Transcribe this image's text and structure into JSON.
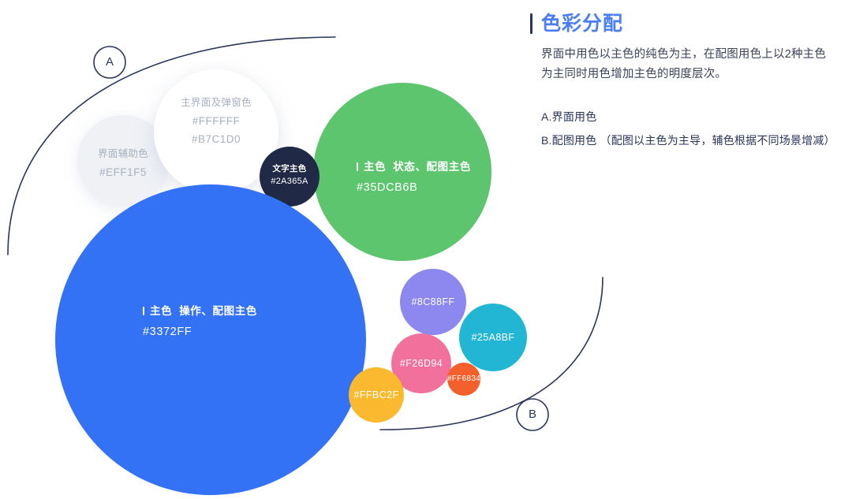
{
  "panel": {
    "title": "色彩分配",
    "description": "界面中用色以主色的纯色为主，在配图用色上以2种主色为主同时用色增加主色的明度层次。",
    "items": [
      "A.界面用色",
      "B.配图用色 （配图以主色为主导，辅色根据不同场景增减）"
    ]
  },
  "markers": {
    "a": "A",
    "b": "B"
  },
  "swatches": {
    "ui_assist": {
      "name": "界面辅助色",
      "hex": "#EFF1F5",
      "fill": "#eff1f5"
    },
    "main_surface": {
      "name": "主界面及弹窗色",
      "hex1": "#FFFFFF",
      "hex2": "#B7C1D0",
      "fill": "#ffffff"
    },
    "text_primary": {
      "name": "文字主色",
      "hex": "#2A365A",
      "fill": "#202a47"
    },
    "green_primary": {
      "label": "主色",
      "usage": "状态、配图主色",
      "hex": "#35DCB6B",
      "fill": "#5ec56f"
    },
    "blue_primary": {
      "label": "主色",
      "usage": "操作、配图主色",
      "hex": "#3372FF",
      "fill": "#3372f5"
    },
    "purple": {
      "hex": "#8C88FF",
      "fill": "#8c88f0"
    },
    "cyan": {
      "hex": "#25A8BF",
      "fill": "#23b6d4"
    },
    "pink": {
      "hex": "#F26D94",
      "fill": "#f2709c"
    },
    "orange": {
      "hex": "#FF6834",
      "fill": "#f4602c"
    },
    "yellow": {
      "hex": "#FFBC2F",
      "fill": "#fab92e"
    }
  },
  "colors": {
    "title_accent": "#4a7ef5",
    "ink_dark": "#2a365a",
    "background": "#ffffff"
  }
}
